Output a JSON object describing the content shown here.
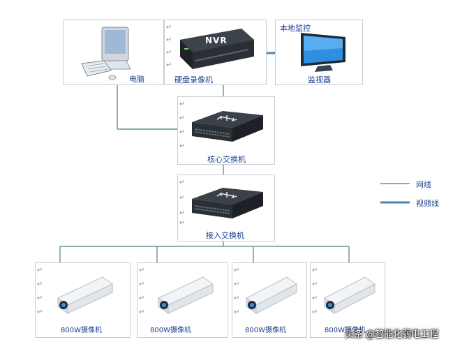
{
  "nodes": {
    "pc": "电脑",
    "nvr_badge": "NVR",
    "nvr": "硬盘录像机",
    "monitor_title": "本地监控",
    "monitor": "监视器",
    "core_switch": "核心交换机",
    "access_switch": "接入交换机",
    "cameras": [
      "800W摄像机",
      "800W摄像机",
      "800W摄像机",
      "800W摄像机"
    ]
  },
  "legend": {
    "network": "网线",
    "video": "视频线"
  },
  "colors": {
    "network_line": "#4a7f83",
    "video_line": "#4a86b4",
    "label": "#1b3f8f"
  },
  "watermark": "头条 @智能化弱电工程",
  "icons": [
    "return-mark-icon",
    "computer-icon",
    "nvr-icon",
    "monitor-icon",
    "switch-icon",
    "camera-icon"
  ]
}
